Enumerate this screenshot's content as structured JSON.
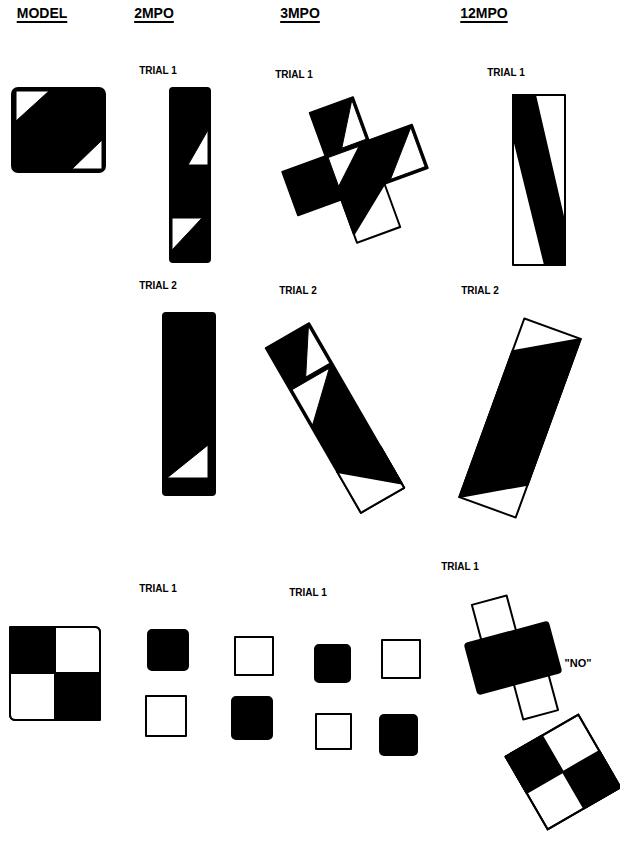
{
  "diagram": {
    "labels": [
      "MODEL",
      "2MPO",
      "3MPO",
      "12MPO",
      "TRIAL 1",
      "TRIAL 1",
      "TRIAL 1",
      "TRIAL 2",
      "TRIAL 2",
      "TRIAL 2",
      "TRIAL 1",
      "TRIAL 1",
      "TRIAL 1",
      "\"NO\""
    ]
  }
}
